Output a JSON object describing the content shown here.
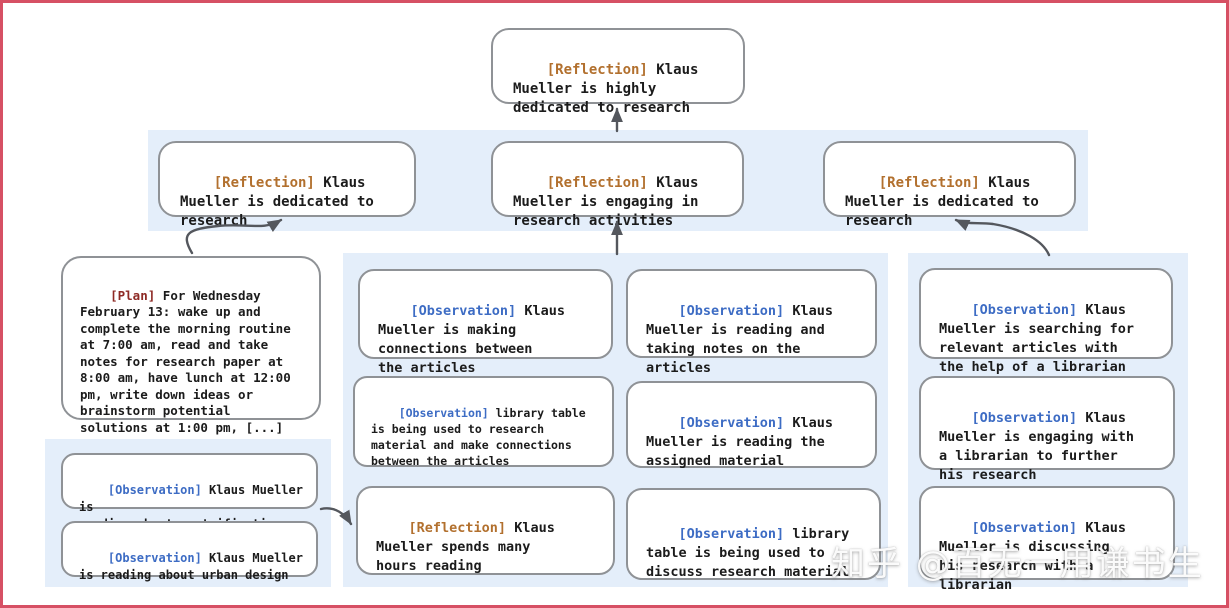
{
  "colors": {
    "frame_border": "#d65064",
    "band_background": "#e4eefa",
    "node_border": "#8f9296",
    "node_text": "#1b1b1b",
    "reflection_tag": "#b2702e",
    "observation_tag": "#3d6cc4",
    "plan_tag": "#8e2a25",
    "arrow": "#54575d"
  },
  "nodes": {
    "top_reflection": {
      "tag": "[Reflection]",
      "text": " Klaus\nMueller is highly\ndedicated to research"
    },
    "reflection_left": {
      "tag": "[Reflection]",
      "text": " Klaus\nMueller is dedicated to\nresearch"
    },
    "reflection_center": {
      "tag": "[Reflection]",
      "text": " Klaus\nMueller is engaging in\nresearch activities"
    },
    "reflection_right": {
      "tag": "[Reflection]",
      "text": " Klaus\nMueller is dedicated to\nresearch"
    },
    "plan": {
      "tag": "[Plan]",
      "text": " For Wednesday\nFebruary 13: wake up and\ncomplete the morning routine\nat 7:00 am, read and take\nnotes for research paper at\n8:00 am, have lunch at 12:00\npm, write down ideas or\nbrainstorm potential\nsolutions at 1:00 pm, [...]"
    },
    "obs_gentrification": {
      "tag": "[Observation]",
      "text": " Klaus Mueller is\nreading about gentrification"
    },
    "obs_urban_design": {
      "tag": "[Observation]",
      "text": " Klaus Mueller\nis reading about urban design"
    },
    "obs_making_connections": {
      "tag": "[Observation]",
      "text": " Klaus\nMueller is making\nconnections between\nthe articles"
    },
    "obs_taking_notes": {
      "tag": "[Observation]",
      "text": " Klaus\nMueller is reading and\ntaking notes on the\narticles"
    },
    "obs_library_research": {
      "tag": "[Observation]",
      "text": " library table\nis being used to research\nmaterial and make connections\nbetween the articles"
    },
    "obs_assigned_material": {
      "tag": "[Observation]",
      "text": " Klaus\nMueller is reading the\nassigned material"
    },
    "reflection_hours_reading": {
      "tag": "[Reflection]",
      "text": " Klaus\nMueller spends many\nhours reading"
    },
    "obs_library_discuss": {
      "tag": "[Observation]",
      "text": " library\ntable is being used to\ndiscuss research material"
    },
    "obs_searching_articles": {
      "tag": "[Observation]",
      "text": " Klaus\nMueller is searching for\nrelevant articles with\nthe help of a librarian"
    },
    "obs_engaging_librarian": {
      "tag": "[Observation]",
      "text": " Klaus\nMueller is engaging with\na librarian to further\nhis research"
    },
    "obs_discussing_librarian": {
      "tag": "[Observation]",
      "text": " Klaus\nMueller is discussing\nhis research with a\nlibrarian"
    }
  },
  "watermark": {
    "text": "知乎 @百无一用谦书生"
  }
}
